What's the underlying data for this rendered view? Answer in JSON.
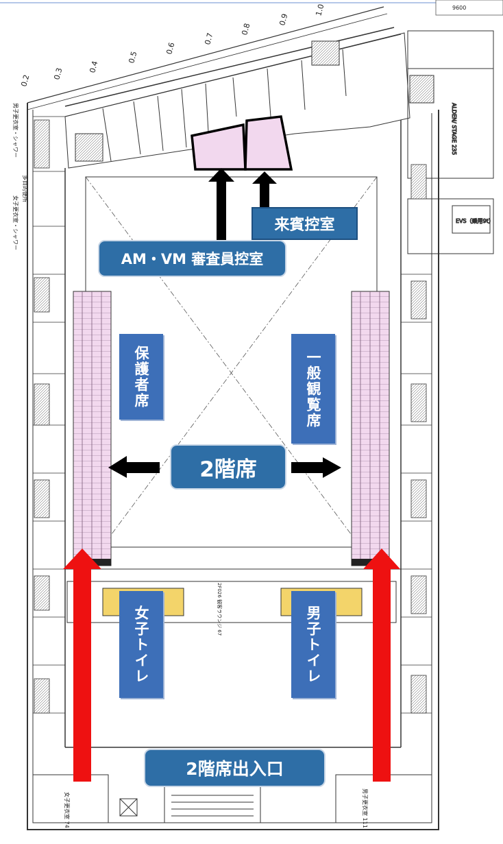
{
  "map": {
    "callouts": {
      "guest_room": "来賓控室",
      "judges_room": "AM・VM 審査員控室",
      "second_floor": "2階席",
      "entrance": "2階席出入口"
    },
    "vertical_labels": {
      "guardian_seats": "保護者席",
      "general_seats": "一般観覧席",
      "womens_toilet": "女子トイレ",
      "mens_toilet": "男子トイレ"
    },
    "corner_text": "9600",
    "grid_ticks": [
      "0.2",
      "0.3",
      "0.4",
      "0.5",
      "0.6",
      "0.7",
      "0.8",
      "0.9",
      "1.0"
    ],
    "room_labels": {
      "left_top": "男子更衣室・シャワー",
      "left_mid": "多目的便所",
      "left_low": "女子更衣室・シャワー",
      "bottom_left": "女子更衣室 74",
      "bottom_center": "2F026 観客ラウンジ 67",
      "bottom_right": "男子更衣室 111",
      "right_top": "ALDEN/ STAGE 235",
      "right_evs": "EVS（乗用9t）"
    },
    "colors": {
      "callout_bg": "#2e6ea6",
      "label_bg": "#3d6fb8",
      "seat_fill": "#f2d8ee",
      "bench_fill": "#f3d46a",
      "arrow_red": "#ee1111",
      "arrow_black": "#000000"
    }
  }
}
